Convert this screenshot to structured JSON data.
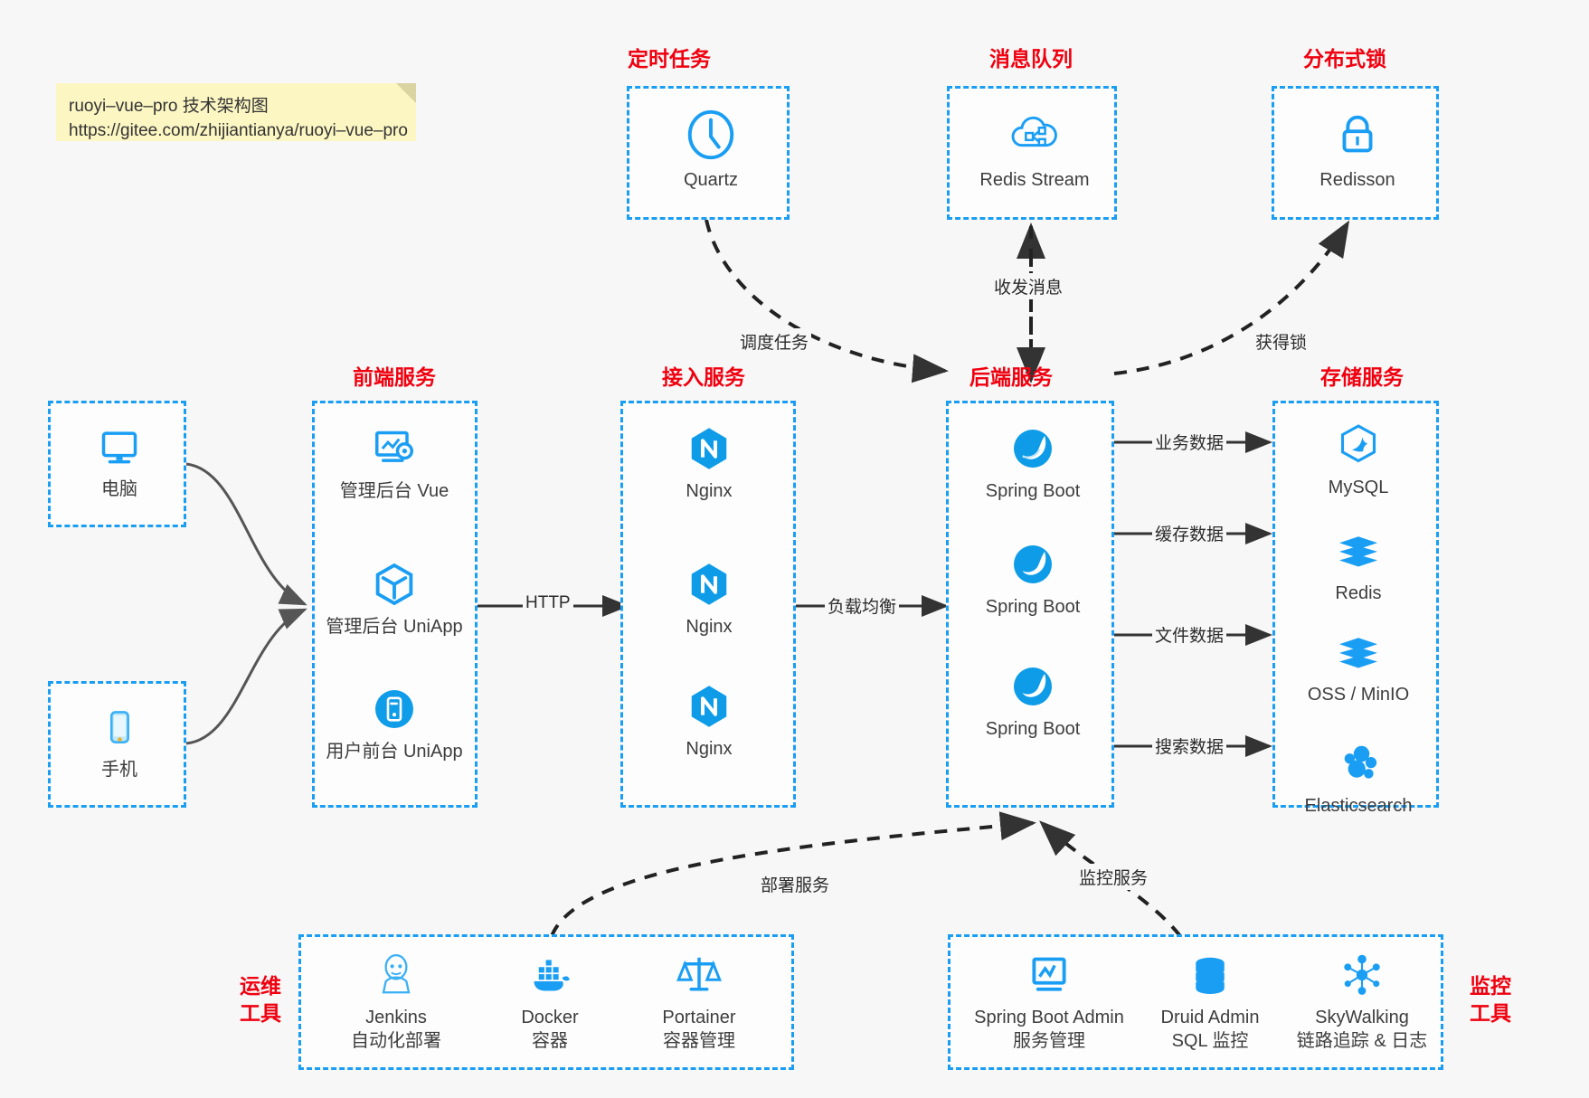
{
  "note": {
    "line1": "ruoyi–vue–pro 技术架构图",
    "line2": "https://gitee.com/zhijiantianya/ruoyi–vue–pro"
  },
  "colors": {
    "accent": "#1a9ef4",
    "title": "#f0000f",
    "background": "#f7f7f7",
    "note": "#fcf6c3",
    "edge": "#333333"
  },
  "groups": {
    "scheduler": {
      "title": "定时任务",
      "nodes": [
        {
          "label": "Quartz",
          "icon": "clock-icon"
        }
      ]
    },
    "mq": {
      "title": "消息队列",
      "nodes": [
        {
          "label": "Redis Stream",
          "icon": "cloud-stream-icon"
        }
      ]
    },
    "lock": {
      "title": "分布式锁",
      "nodes": [
        {
          "label": "Redisson",
          "icon": "lock-icon"
        }
      ]
    },
    "clients": {
      "nodes": [
        {
          "label": "电脑",
          "icon": "desktop-icon"
        },
        {
          "label": "手机",
          "icon": "mobile-icon"
        }
      ]
    },
    "frontend": {
      "title": "前端服务",
      "nodes": [
        {
          "label": "管理后台 Vue",
          "icon": "dashboard-icon"
        },
        {
          "label": "管理后台 UniApp",
          "icon": "cube-icon"
        },
        {
          "label": "用户前台 UniApp",
          "icon": "app-icon"
        }
      ]
    },
    "gateway": {
      "title": "接入服务",
      "nodes": [
        {
          "label": "Nginx",
          "icon": "nginx-icon"
        },
        {
          "label": "Nginx",
          "icon": "nginx-icon"
        },
        {
          "label": "Nginx",
          "icon": "nginx-icon"
        }
      ]
    },
    "backend": {
      "title": "后端服务",
      "nodes": [
        {
          "label": "Spring Boot",
          "icon": "spring-icon"
        },
        {
          "label": "Spring Boot",
          "icon": "spring-icon"
        },
        {
          "label": "Spring Boot",
          "icon": "spring-icon"
        }
      ]
    },
    "storage": {
      "title": "存储服务",
      "nodes": [
        {
          "label": "MySQL",
          "icon": "mysql-icon"
        },
        {
          "label": "Redis",
          "icon": "redis-icon"
        },
        {
          "label": "OSS / MinIO",
          "icon": "oss-icon"
        },
        {
          "label": "Elasticsearch",
          "icon": "elasticsearch-icon"
        }
      ]
    },
    "devops": {
      "title_l1": "运维",
      "title_l2": "工具",
      "nodes": [
        {
          "label": "Jenkins",
          "sub": "自动化部署",
          "icon": "jenkins-icon"
        },
        {
          "label": "Docker",
          "sub": "容器",
          "icon": "docker-icon"
        },
        {
          "label": "Portainer",
          "sub": "容器管理",
          "icon": "scales-icon"
        }
      ]
    },
    "monitor": {
      "title_l1": "监控",
      "title_l2": "工具",
      "nodes": [
        {
          "label": "Spring Boot Admin",
          "sub": "服务管理",
          "icon": "monitor-chart-icon"
        },
        {
          "label": "Druid Admin",
          "sub": "SQL 监控",
          "icon": "database-icon"
        },
        {
          "label": "SkyWalking",
          "sub": "链路追踪 & 日志",
          "icon": "skywalking-icon"
        }
      ]
    }
  },
  "edges": [
    {
      "name": "http",
      "label": "HTTP"
    },
    {
      "name": "load-balance",
      "label": "负载均衡"
    },
    {
      "name": "schedule-task",
      "label": "调度任务"
    },
    {
      "name": "send-receive-message",
      "label": "收发消息"
    },
    {
      "name": "acquire-lock",
      "label": "获得锁"
    },
    {
      "name": "business-data",
      "label": "业务数据"
    },
    {
      "name": "cache-data",
      "label": "缓存数据"
    },
    {
      "name": "file-data",
      "label": "文件数据"
    },
    {
      "name": "search-data",
      "label": "搜索数据"
    },
    {
      "name": "deploy-service",
      "label": "部署服务"
    },
    {
      "name": "monitor-service",
      "label": "监控服务"
    }
  ]
}
